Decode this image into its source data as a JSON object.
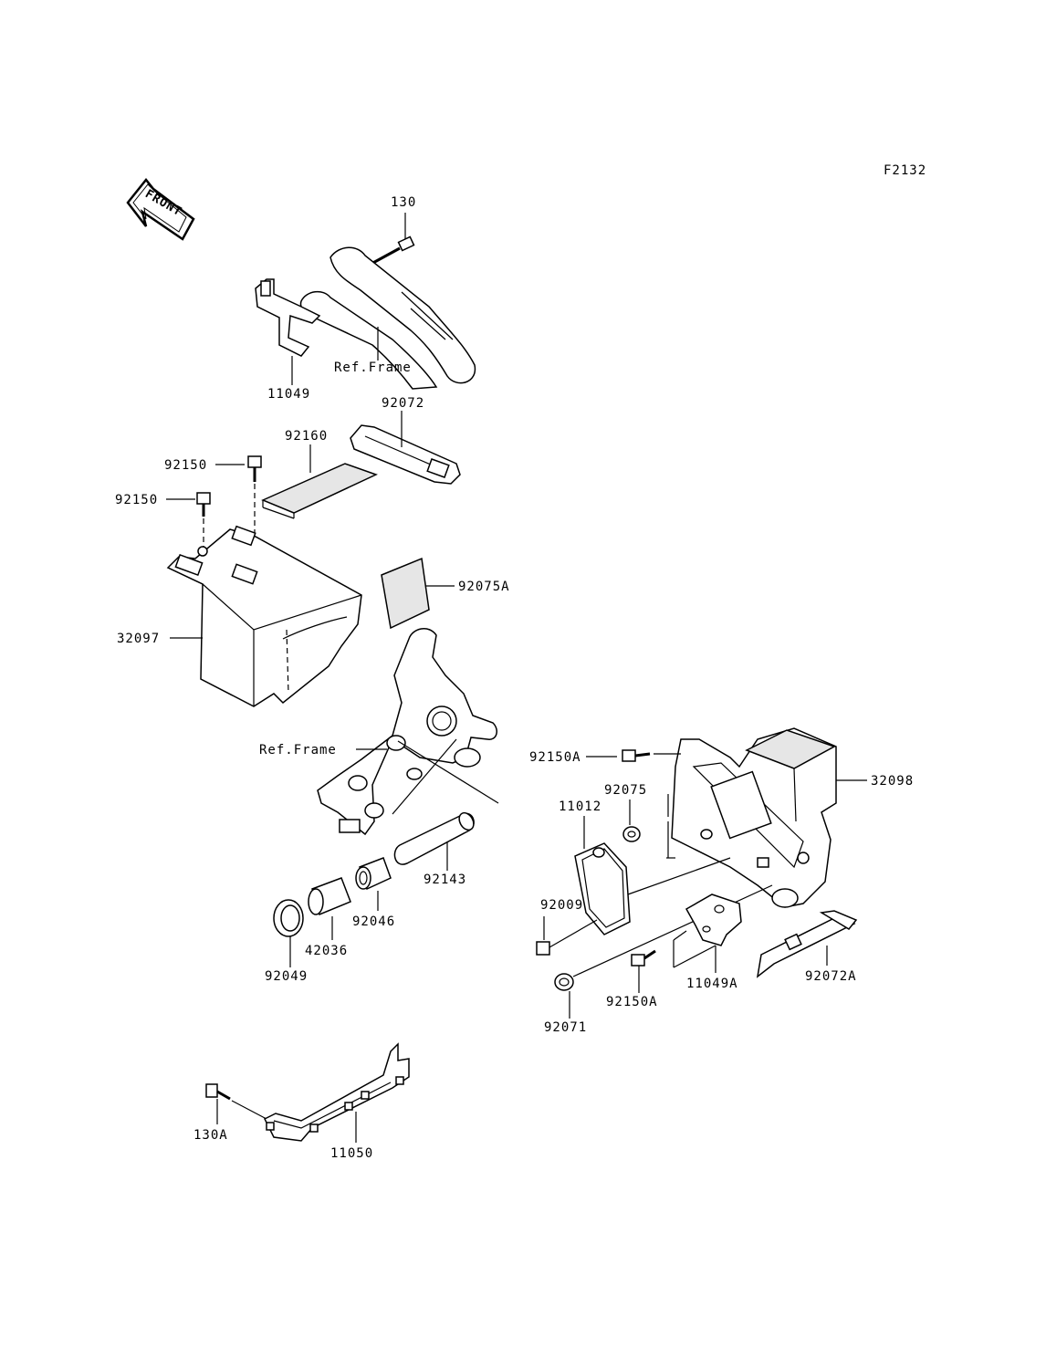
{
  "diagram_code": "F2132",
  "front_label": "FRONT",
  "labels": {
    "p130": "130",
    "p130a": "130A",
    "p11049": "11049",
    "p11049a": "11049A",
    "p11050": "11050",
    "p11012": "11012",
    "p92072": "92072",
    "p92072a": "92072A",
    "p92160": "92160",
    "p92150_top": "92150",
    "p92150_left": "92150",
    "p92150a_top": "92150A",
    "p92150a_bottom": "92150A",
    "p92075a": "92075A",
    "p92075": "92075",
    "p32097": "32097",
    "p32098": "32098",
    "p92009": "92009",
    "p92071": "92071",
    "p92143": "92143",
    "p92046": "92046",
    "p42036": "42036",
    "p92049": "92049",
    "ref_frame_top": "Ref.Frame",
    "ref_frame_mid": "Ref.Frame"
  }
}
